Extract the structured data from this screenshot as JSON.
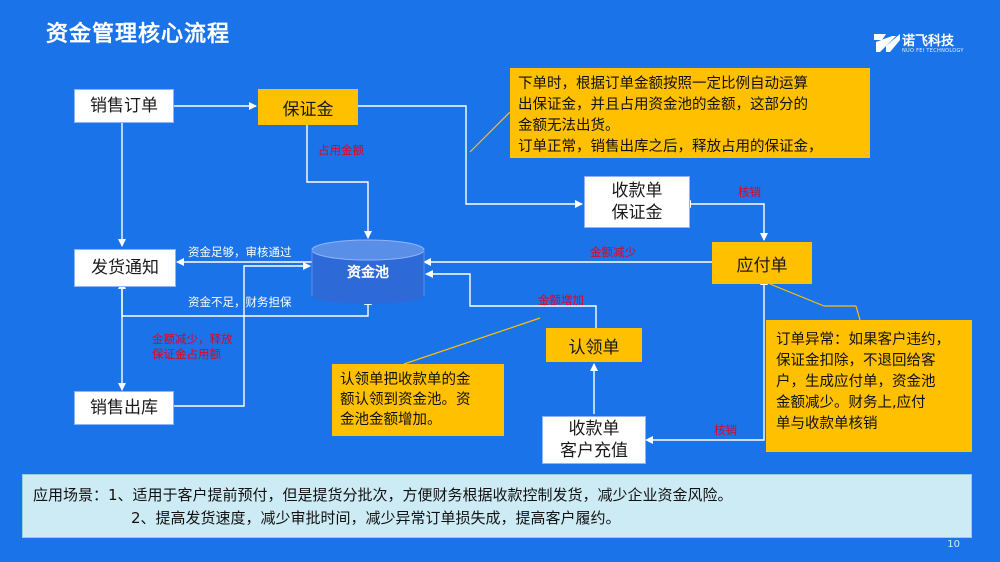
{
  "slide": {
    "title": "资金管理核心流程",
    "page_number": "10"
  },
  "logo": {
    "name": "诺飞科技",
    "sub": "NUO FEI TECHNOLOGY",
    "icon": "nuofei-logo-icon"
  },
  "nodes": {
    "sales_order": "销售订单",
    "deposit": "保证金",
    "fund_pool": "资金池",
    "ship_notice": "发货通知",
    "sales_out": "销售出库",
    "receipt_deposit_line1": "收款单",
    "receipt_deposit_line2": "保证金",
    "payable": "应付单",
    "claim": "认领单",
    "receipt_prepay_line1": "收款单",
    "receipt_prepay_line2": "客户充值"
  },
  "labels": {
    "occupy_amount": "占用金额",
    "fund_enough": "资金足够，审核通过",
    "fund_insufficient": "资金不足，财务担保",
    "amount_decrease_release_line1": "金额减少，释放",
    "amount_decrease_release_line2": "保证金占用额",
    "amount_decrease": "金额减少",
    "amount_increase": "金额增加",
    "writeoff_top": "核销",
    "writeoff_bottom": "核销"
  },
  "notes": {
    "deposit_note_lines": [
      "下单时，根据订单金额按照一定比例自动运算",
      "出保证金，并且占用资金池的金额，这部分的",
      "金额无法出货。",
      "订单正常，销售出库之后，释放占用的保证金，"
    ],
    "claim_note_lines": [
      "认领单把收款单的金",
      "额认领到资金池。资",
      "金池金额增加。"
    ],
    "exception_note_lines": [
      "订单异常：如果客户违约，",
      "保证金扣除，不退回给客",
      "户，生成应付单，资金池",
      "金额减少。财务上,应付",
      "单与收款单核销"
    ]
  },
  "scenario": {
    "line1": "应用场景：1、适用于客户提前预付，但是提货分批次，方便财务根据收款控制发货，减少企业资金风险。",
    "line2": "2、提高发货速度，减少审批时间，减少异常订单损失成，提高客户履约。"
  },
  "colors": {
    "background": "#1a73e8",
    "orange": "#ffc000",
    "label_red": "#e8001c",
    "scenario_bg": "#cdebf4"
  }
}
